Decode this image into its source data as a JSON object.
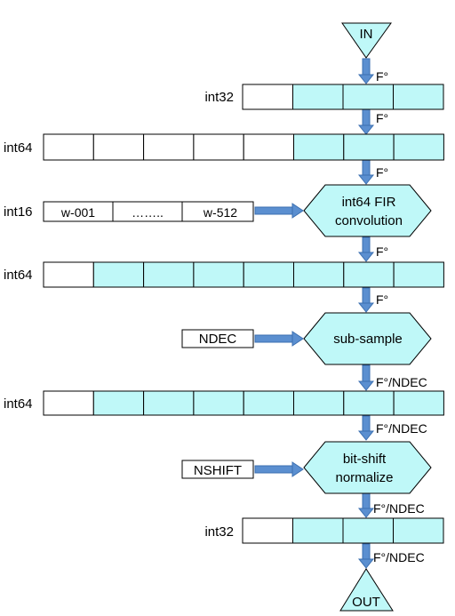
{
  "colors": {
    "filled": "#bff8f8",
    "empty": "#ffffff",
    "stroke": "#000000",
    "arrow": "#5b8fd0",
    "arrow_stroke": "#3b6fb0"
  },
  "nodes": {
    "in": "IN",
    "fir_line1": "int64  FIR",
    "fir_line2": "convolution",
    "subsample": "sub-sample",
    "bitshift_line1": "bit-shift",
    "bitshift_line2": "normalize",
    "out": "OUT"
  },
  "inputs": {
    "ndec": "NDEC",
    "nshift": "NSHIFT"
  },
  "weights": [
    "w-001",
    "……..",
    "w-512"
  ],
  "rates": {
    "r1": "F°",
    "r2": "F°",
    "r3": "F°",
    "r4": "F°",
    "r5": "F°",
    "r6": "F°/NDEC",
    "r7": "F°/NDEC",
    "r8": "F°/NDEC",
    "r9": "F°/NDEC"
  },
  "buffers": [
    {
      "type": "int32",
      "cells": [
        "empty",
        "filled",
        "filled",
        "filled"
      ]
    },
    {
      "type": "int64",
      "cells": [
        "empty",
        "empty",
        "empty",
        "empty",
        "empty",
        "filled",
        "filled",
        "filled"
      ]
    },
    {
      "type": "int16",
      "cells": []
    },
    {
      "type": "int64",
      "cells": [
        "empty",
        "filled",
        "filled",
        "filled",
        "filled",
        "filled",
        "filled",
        "filled"
      ]
    },
    {
      "type": "int64",
      "cells": [
        "empty",
        "filled",
        "filled",
        "filled",
        "filled",
        "filled",
        "filled",
        "filled"
      ]
    },
    {
      "type": "int32",
      "cells": [
        "empty",
        "filled",
        "filled",
        "filled"
      ]
    }
  ]
}
